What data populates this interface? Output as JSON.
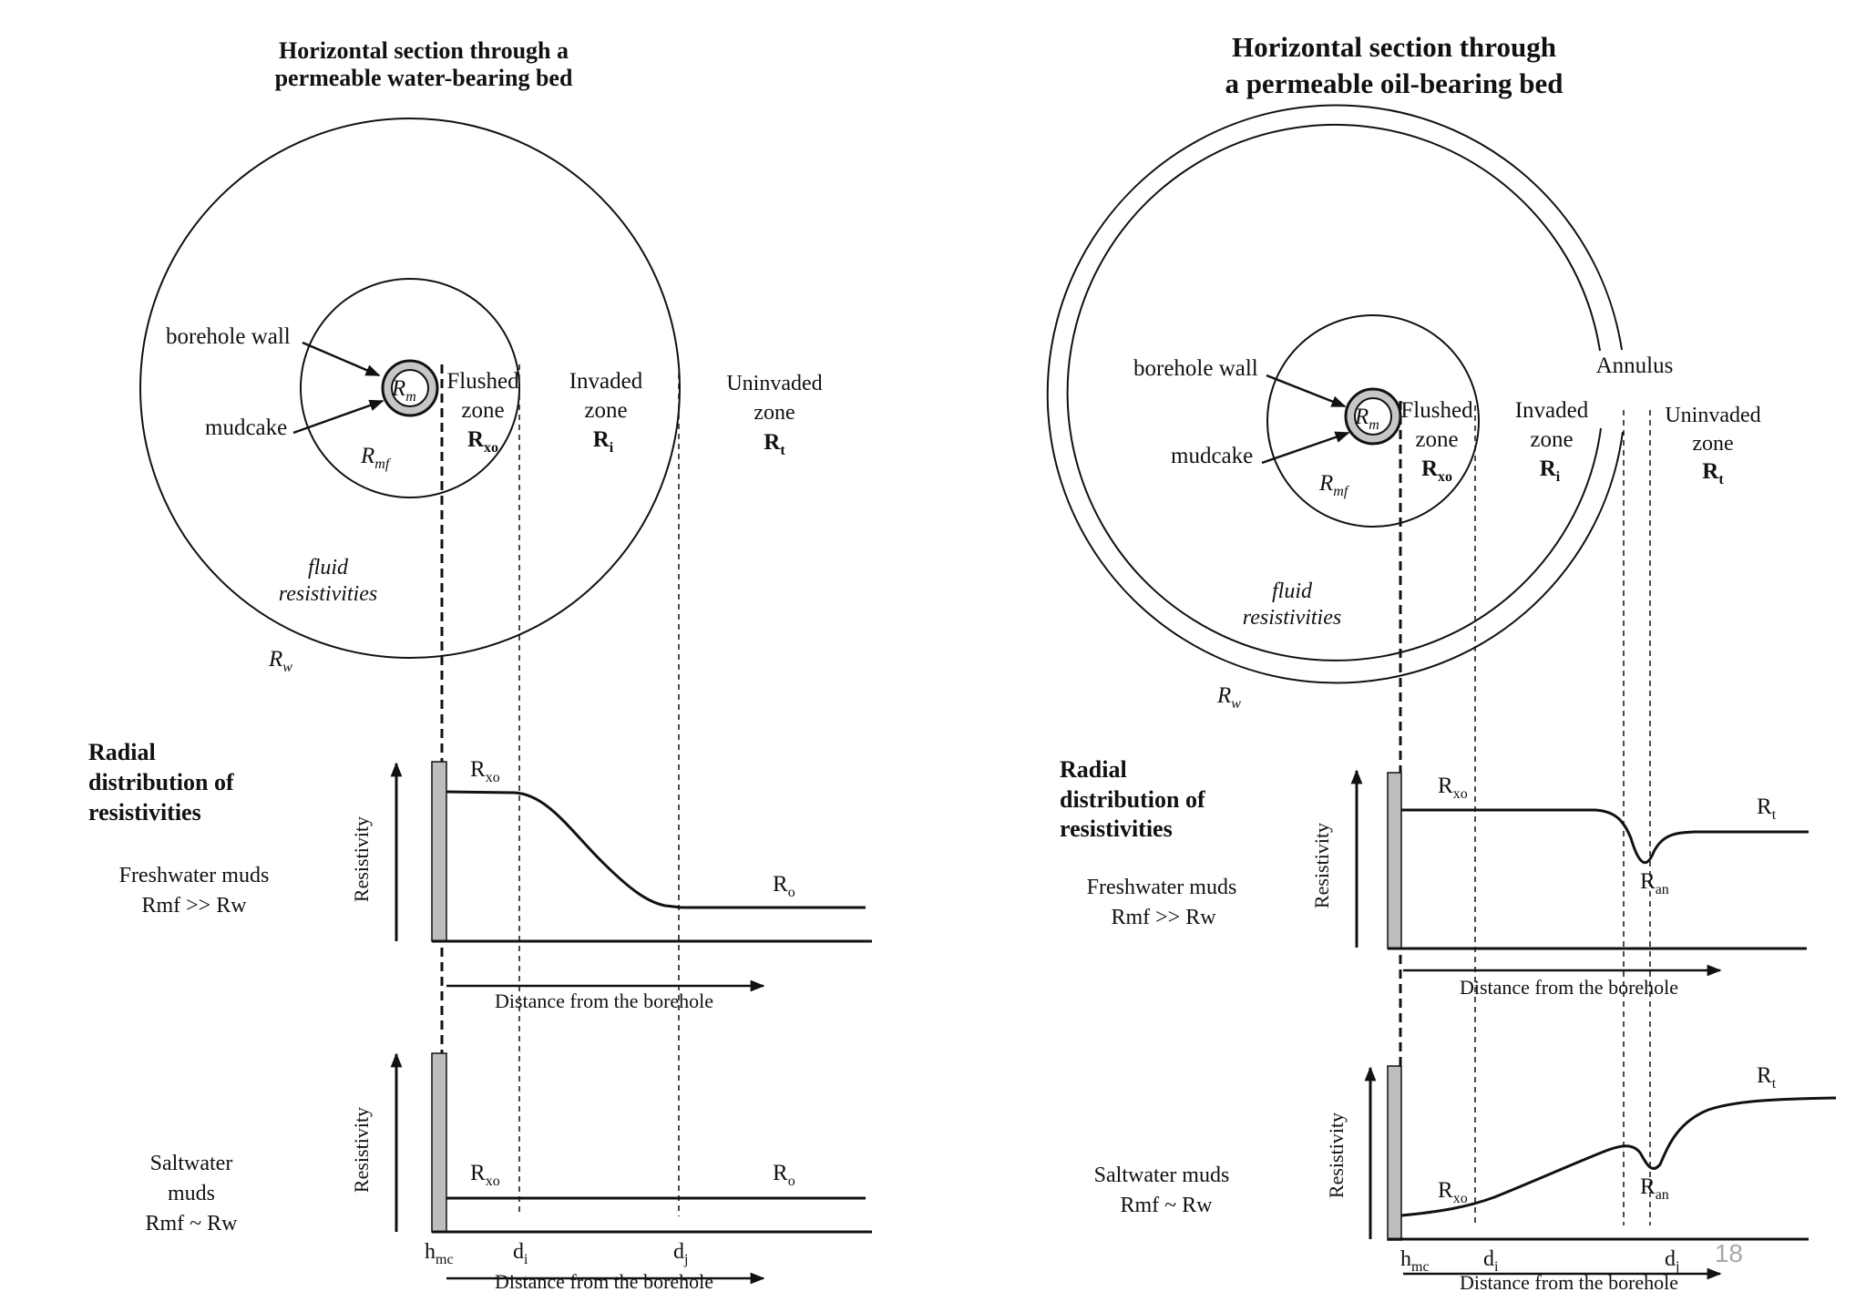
{
  "left": {
    "title_line1": "Horizontal section through a",
    "title_line2": "permeable water-bearing bed",
    "borehole_wall": "borehole wall",
    "mudcake": "mudcake",
    "rm_main": "R",
    "rm_sub": "m",
    "rmf_main": "R",
    "rmf_sub": "mf",
    "flushed_1": "Flushed",
    "flushed_2": "zone",
    "rxo_main": "R",
    "rxo_sub": "xo",
    "invaded_1": "Invaded",
    "invaded_2": "zone",
    "ri_main": "R",
    "ri_sub": "i",
    "uninvaded_1": "Uninvaded",
    "uninvaded_2": "zone",
    "rt_main": "R",
    "rt_sub": "t",
    "fluid_1": "fluid",
    "fluid_2": "resistivities",
    "rw_main": "R",
    "rw_sub": "w",
    "radial_1": "Radial",
    "radial_2": "distribution of",
    "radial_3": "resistivities",
    "fresh_1": "Freshwater muds",
    "fresh_2": "Rmf >> Rw",
    "salt_1": "Saltwater",
    "salt_2": "muds",
    "salt_3": "Rmf ~ Rw",
    "ylabel": "Resistivity",
    "xlabel": "Distance from the borehole",
    "g1_rxo_main": "R",
    "g1_rxo_sub": "xo",
    "g1_ro_main": "R",
    "g1_ro_sub": "o",
    "g2_rxo_main": "R",
    "g2_rxo_sub": "xo",
    "g2_ro_main": "R",
    "g2_ro_sub": "o",
    "hmc_main": "h",
    "hmc_sub": "mc",
    "di_main": "d",
    "di_sub": "i",
    "dj_main": "d",
    "dj_sub": "j"
  },
  "right": {
    "title_line1": "Horizontal section through",
    "title_line2": "a permeable oil-bearing bed",
    "borehole_wall": "borehole wall",
    "mudcake": "mudcake",
    "rm_main": "R",
    "rm_sub": "m",
    "rmf_main": "R",
    "rmf_sub": "mf",
    "annulus": "Annulus",
    "flushed_1": "Flushed",
    "flushed_2": "zone",
    "rxo_main": "R",
    "rxo_sub": "xo",
    "invaded_1": "Invaded",
    "invaded_2": "zone",
    "ri_main": "R",
    "ri_sub": "i",
    "uninvaded_1": "Uninvaded",
    "uninvaded_2": "zone",
    "rt_main": "R",
    "rt_sub": "t",
    "fluid_1": "fluid",
    "fluid_2": "resistivities",
    "rw_main": "R",
    "rw_sub": "w",
    "radial_1": "Radial",
    "radial_2": "distribution of",
    "radial_3": "resistivities",
    "fresh_1": "Freshwater muds",
    "fresh_2": "Rmf >> Rw",
    "salt_1": "Saltwater muds",
    "salt_2": "Rmf ~ Rw",
    "ylabel": "Resistivity",
    "xlabel": "Distance from the borehole",
    "g1_rxo_main": "R",
    "g1_rxo_sub": "xo",
    "g1_rt_main": "R",
    "g1_rt_sub": "t",
    "g1_ran_main": "R",
    "g1_ran_sub": "an",
    "g2_rxo_main": "R",
    "g2_rxo_sub": "xo",
    "g2_rt_main": "R",
    "g2_rt_sub": "t",
    "g2_ran_main": "R",
    "g2_ran_sub": "an",
    "hmc_main": "h",
    "hmc_sub": "mc",
    "di_main": "d",
    "di_sub": "i",
    "dj_main": "d",
    "dj_sub": "j"
  },
  "page_number": "18"
}
